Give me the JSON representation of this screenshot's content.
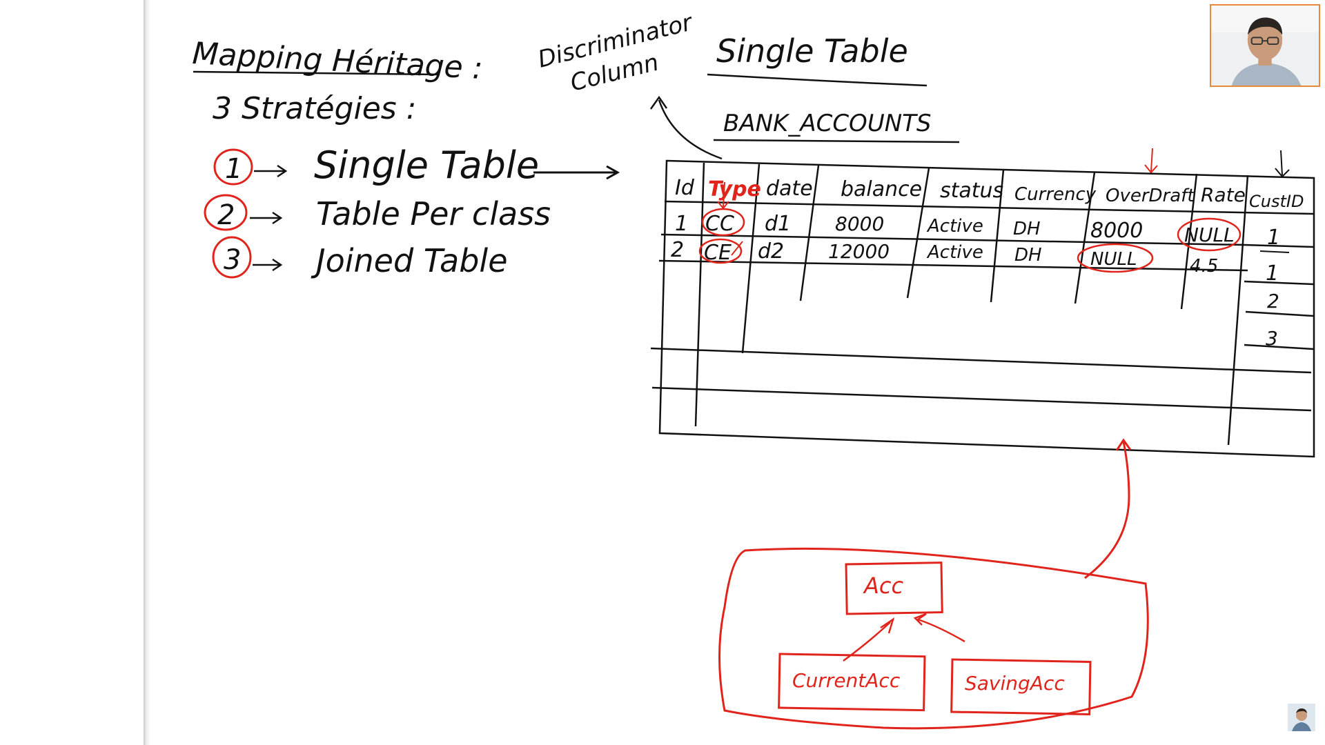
{
  "board": {
    "title": "Mapping Héritage :",
    "strategies_heading": "3 Stratégies :",
    "strategies": [
      {
        "number": "1",
        "label": "Single Table"
      },
      {
        "number": "2",
        "label": "Table Per class"
      },
      {
        "number": "3",
        "label": "Joined Table"
      }
    ],
    "discriminator_line1": "Discriminator",
    "discriminator_line2": "Column",
    "single_table_title": "Single Table",
    "table_name": "BANK_ACCOUNTS",
    "columns": [
      "Id",
      "Type",
      "date",
      "balance",
      "status",
      "Currency",
      "OverDraft",
      "Rate",
      "CustID"
    ],
    "rows": [
      [
        "1",
        "CC",
        "d1",
        "8000",
        "Active",
        "DH",
        "8000",
        "NULL",
        "1"
      ],
      [
        "2",
        "CE",
        "d2",
        "12000",
        "Active",
        "DH",
        "NULL",
        "4.5",
        "1"
      ]
    ],
    "extra_cust_ids": [
      "2",
      "3"
    ],
    "class_diagram": {
      "parent": "Acc",
      "children": [
        "CurrentAcc",
        "SavingAcc"
      ]
    }
  },
  "colors": {
    "ink": "#111111",
    "highlight": "#e0241b",
    "webcam_border": "#e8893a"
  },
  "icons": {
    "webcam": "presenter-webcam",
    "channel": "channel-avatar-icon"
  }
}
